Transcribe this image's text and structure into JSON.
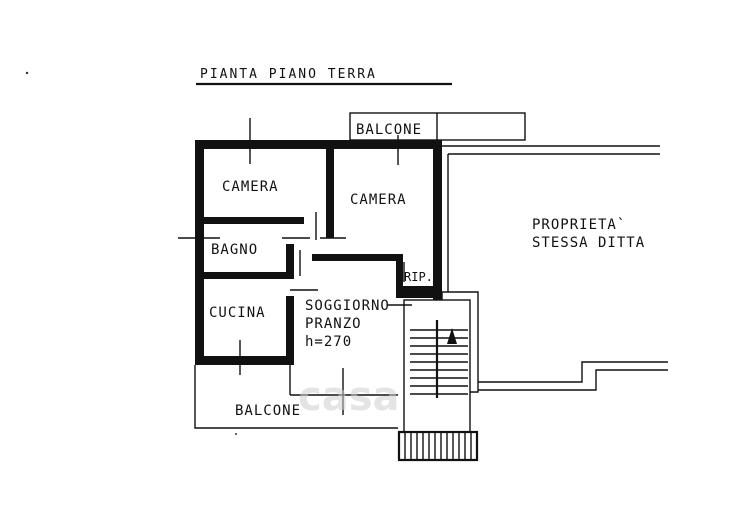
{
  "drawing": {
    "title": "PIANTA   PIANO   TERRA",
    "rooms": {
      "camera_left": "CAMERA",
      "camera_right": "CAMERA",
      "bagno": "BAGNO",
      "cucina": "CUCINA",
      "soggiorno_1": "SOGGIORNO",
      "soggiorno_2": "PRANZO",
      "soggiorno_3": "h=270",
      "rip": "RIP.",
      "balcone_top": "BALCONE",
      "balcone_bottom": "BALCONE"
    },
    "adjacent": {
      "line1": "PROPRIETA`",
      "line2": "STESSA  DITTA"
    },
    "watermark": "casa"
  },
  "colors": {
    "ink": "#111111",
    "watermark": "#cfcfcf"
  }
}
